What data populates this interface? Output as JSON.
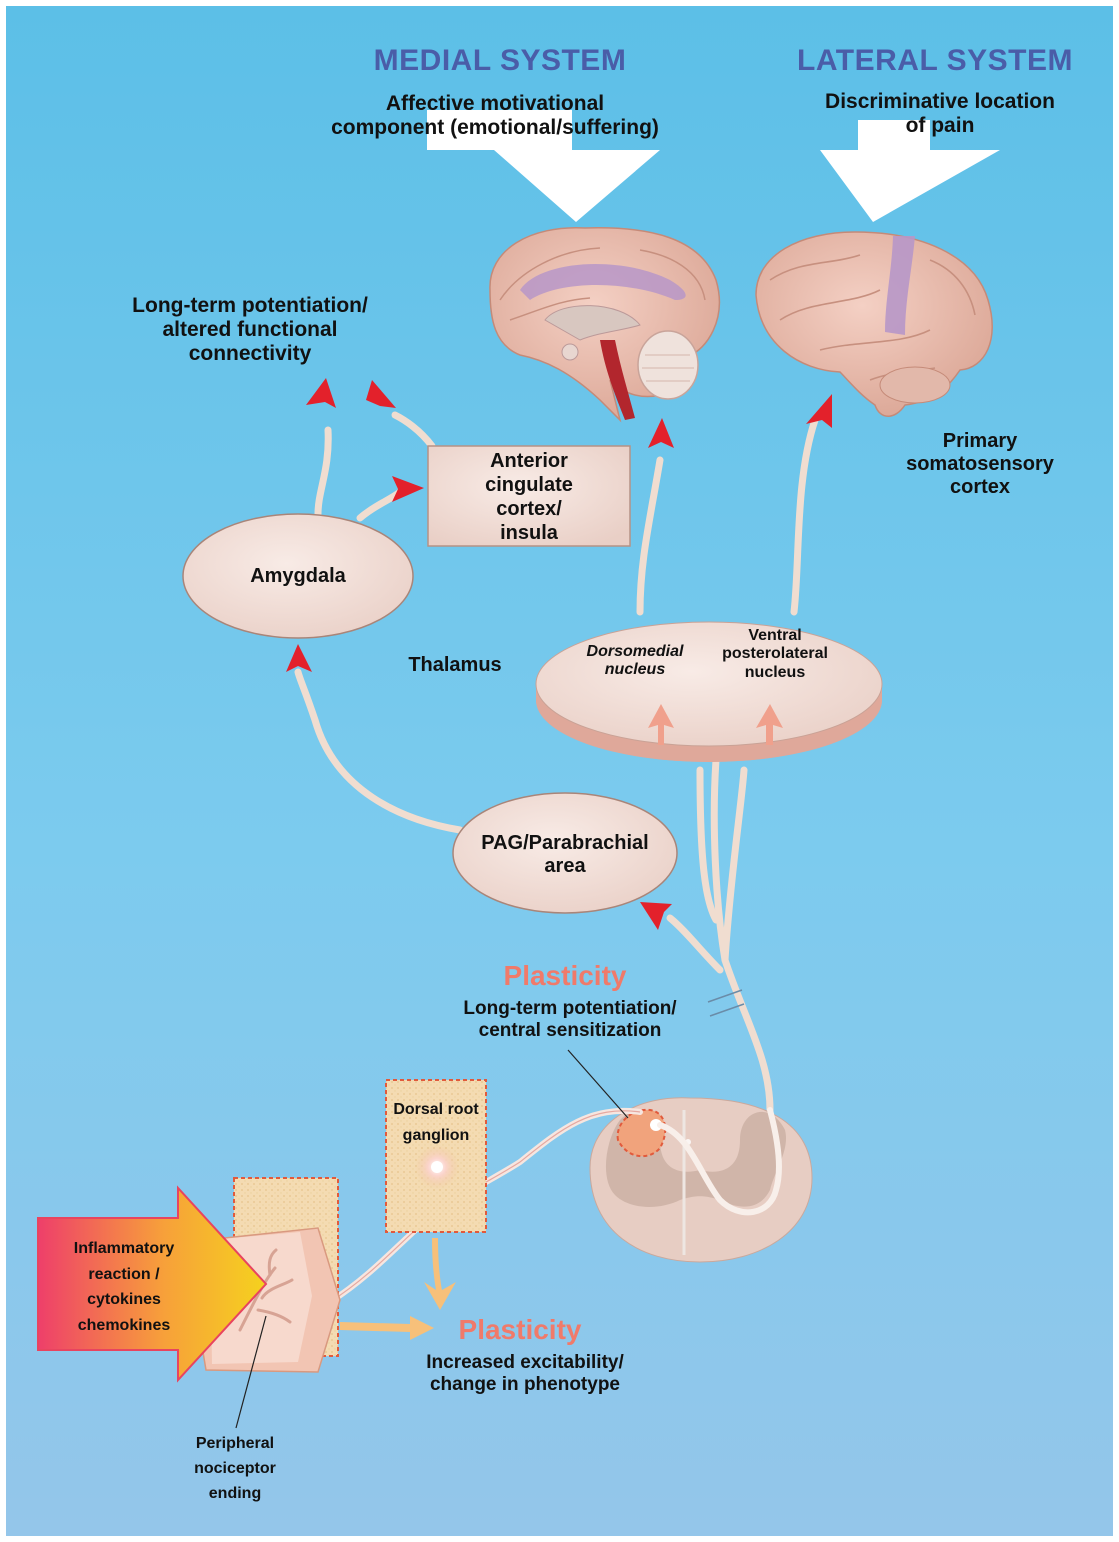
{
  "medial": {
    "title": "MEDIAL SYSTEM",
    "desc_line1": "Affective motivational",
    "desc_line2": "component (emotional/suffering)"
  },
  "lateral": {
    "title": "LATERAL SYSTEM",
    "desc_line1": "Discriminative location",
    "desc_line2": "of pain"
  },
  "ltp_top": {
    "line1": "Long-term potentiation/",
    "line2": "altered functional",
    "line3": "connectivity"
  },
  "acc": {
    "line1": "Anterior",
    "line2": "cingulate",
    "line3": "cortex/",
    "line4": "insula"
  },
  "amygdala": "Amygdala",
  "thalamus": "Thalamus",
  "dorsomedial": {
    "line1": "Dorsomedial",
    "line2": "nucleus"
  },
  "vpl": {
    "line1": "Ventral",
    "line2": "posterolateral",
    "line3": "nucleus"
  },
  "s1": {
    "line1": "Primary",
    "line2": "somatosensory",
    "line3": "cortex"
  },
  "pag": {
    "line1": "PAG/Parabrachial",
    "line2": "area"
  },
  "plasticity_central": {
    "title": "Plasticity",
    "line1": "Long-term potentiation/",
    "line2": "central sensitization"
  },
  "drg": {
    "line1": "Dorsal root",
    "line2": "ganglion"
  },
  "inflammatory": {
    "line1": "Inflammatory",
    "line2": "reaction /",
    "line3": "cytokines",
    "line4": "chemokines"
  },
  "plasticity_peripheral": {
    "title": "Plasticity",
    "line1": "Increased excitability/",
    "line2": "change in phenotype"
  },
  "nociceptor": {
    "line1": "Peripheral",
    "line2": "nociceptor",
    "line3": "ending"
  },
  "colors": {
    "sky_top": "#5dbfe6",
    "sky_bottom": "#8ec5ea",
    "system_title": "#4a5da8",
    "plasticity": "#f07a6a",
    "arrow_red": "#e3212b",
    "node_fill": "#f1ddd6"
  }
}
